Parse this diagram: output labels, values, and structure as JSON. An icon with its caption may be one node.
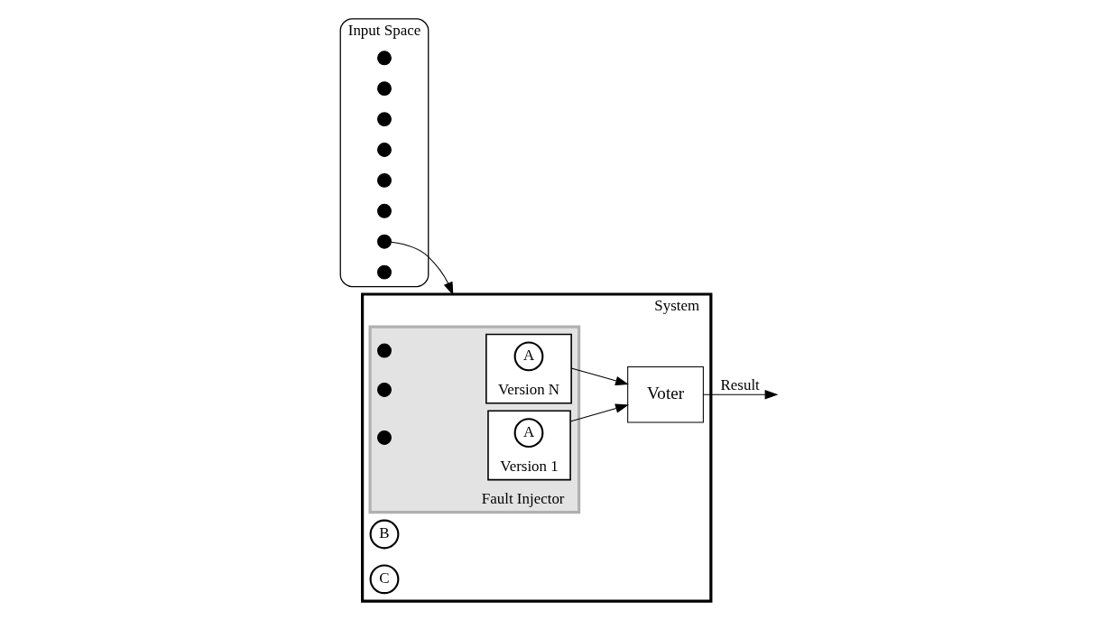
{
  "diagram": {
    "nodes": [
      {
        "text": [
          "Input Space"
        ]
      },
      {
        "text": [],
        "shape": "circle",
        "in": 0
      },
      {
        "text": [],
        "shape": "circle",
        "in": 0
      },
      {
        "text": [],
        "shape": "circle",
        "in": 0
      },
      {
        "text": [],
        "shape": "circle",
        "in": 0
      },
      {
        "text": [],
        "shape": "circle",
        "in": 0
      },
      {
        "text": [],
        "shape": "circle",
        "in": 0
      },
      {
        "text": [],
        "shape": "circle",
        "in": 0
      },
      {
        "text": [],
        "shape": "circle",
        "in": 0
      },
      {
        "text": [
          "System"
        ]
      },
      {
        "text": [
          "Fault Injector"
        ],
        "in": 9
      },
      {
        "text": [
          "Version 1"
        ],
        "in": 10
      },
      {
        "text": [
          "A"
        ],
        "in": 11
      },
      {
        "text": [],
        "shape": "circle",
        "in": 10
      },
      {
        "text": [],
        "shape": "circle",
        "in": 10
      },
      {
        "text": [],
        "shape": "circle",
        "in": 10
      },
      {
        "text": [
          "Version N"
        ],
        "in": 10
      },
      {
        "text": [
          "A"
        ],
        "in": 16
      },
      {
        "text": [
          "Voter"
        ],
        "in": 9
      },
      {
        "text": [
          "B"
        ],
        "in": 9
      },
      {
        "text": [
          "C"
        ],
        "in": 9
      }
    ],
    "edges": [
      {
        "from": 7,
        "to": 9,
        "arrow": "to"
      },
      {
        "from": 11,
        "to": 18,
        "arrow": "to"
      },
      {
        "from": 16,
        "to": 18,
        "arrow": "to"
      },
      {
        "from": 18,
        "to": null,
        "arrow": "to",
        "label": "Result"
      }
    ]
  }
}
